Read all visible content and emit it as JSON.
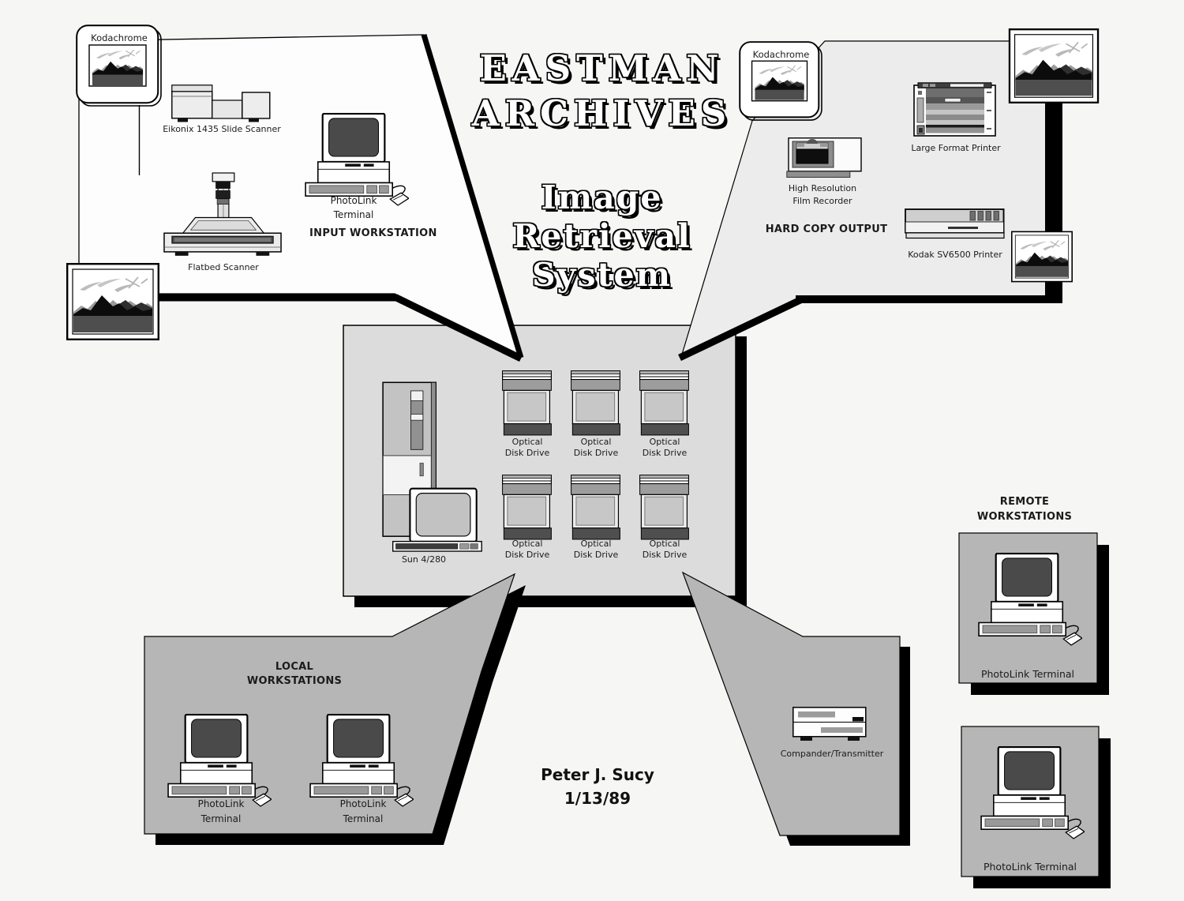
{
  "title": {
    "line1": "EASTMAN",
    "line2": "ARCHIVES",
    "line3": "Image",
    "line4": "Retrieval",
    "line5": "System"
  },
  "credit": {
    "author": "Peter J. Sucy",
    "date": "1/13/89"
  },
  "input": {
    "heading": "INPUT WORKSTATION",
    "kodachrome": "Kodachrome",
    "slide_scanner": "Eikonix 1435 Slide Scanner",
    "flatbed": "Flatbed Scanner",
    "terminal_line1": "PhotoLink",
    "terminal_line2": "Terminal"
  },
  "output": {
    "heading": "HARD COPY OUTPUT",
    "kodachrome": "Kodachrome",
    "large_format_printer": "Large Format Printer",
    "film_recorder_line1": "High Resolution",
    "film_recorder_line2": "Film Recorder",
    "sv6500_printer": "Kodak SV6500 Printer"
  },
  "core": {
    "server": "Sun 4/280",
    "drive_line1": "Optical",
    "drive_line2": "Disk Drive"
  },
  "local": {
    "heading_line1": "LOCAL",
    "heading_line2": "WORKSTATIONS",
    "t1_line1": "PhotoLink",
    "t1_line2": "Terminal",
    "t2_line1": "PhotoLink",
    "t2_line2": "Terminal"
  },
  "remote": {
    "heading_line1": "REMOTE",
    "heading_line2": "WORKSTATIONS",
    "t1_label": "PhotoLink Terminal",
    "t2_label": "PhotoLink Terminal"
  },
  "transmission": {
    "compander": "Compander/Transmitter"
  },
  "colors": {
    "background": "#f6f6f5",
    "input_panel": "#fdfdfd",
    "output_panel": "#ececec",
    "center_box": "#dcdcdc",
    "workstation_panel": "#b6b6b6",
    "shadow": "#000000"
  }
}
